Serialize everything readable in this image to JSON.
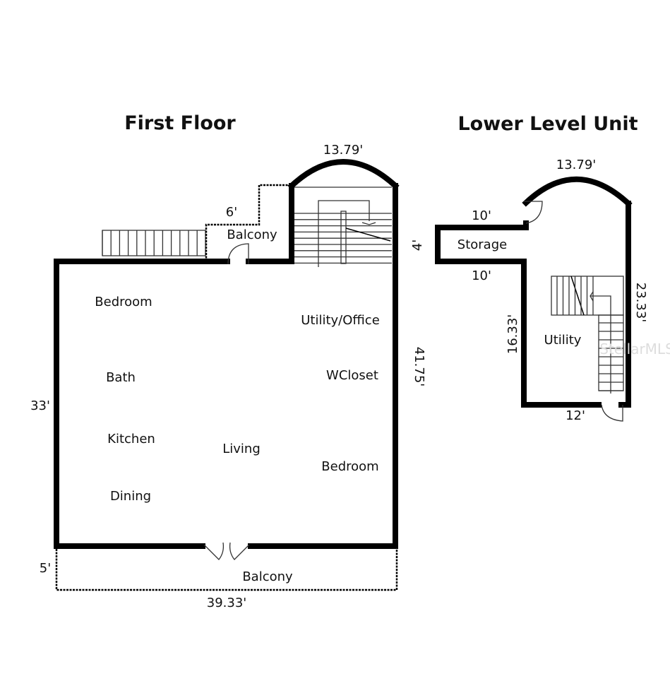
{
  "first_floor": {
    "title": "First Floor",
    "dimensions": {
      "top_arc": "13.79'",
      "balcony_step": "6'",
      "left": "33'",
      "right": "41.75'",
      "balcony_depth": "5'",
      "bottom": "39.33'"
    },
    "rooms": [
      "Balcony",
      "Bedroom",
      "Utility/Office",
      "Bath",
      "WCloset",
      "Kitchen",
      "Living",
      "Bedroom",
      "Dining",
      "Balcony"
    ]
  },
  "lower_level": {
    "title": "Lower Level Unit",
    "dimensions": {
      "top_arc": "13.79'",
      "storage_top": "10'",
      "storage_side": "4'",
      "storage_bottom": "10'",
      "left": "16.33'",
      "right": "23.33'",
      "bottom": "12'"
    },
    "rooms": [
      "Storage",
      "Utility"
    ]
  },
  "watermark": "StellarMLS"
}
